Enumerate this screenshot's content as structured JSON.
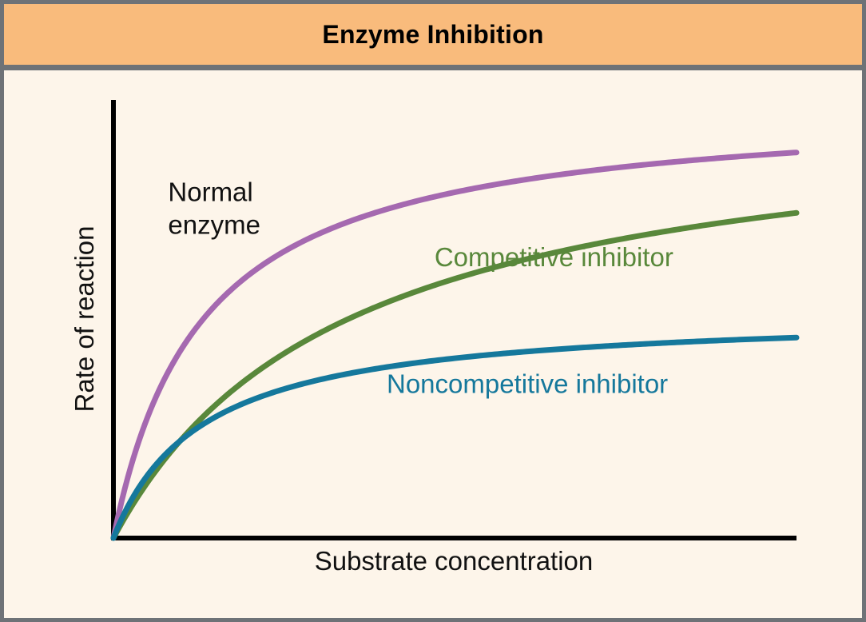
{
  "header": {
    "title": "Enzyme Inhibition",
    "background_color": "#f9bb7c",
    "text_color": "#000000"
  },
  "panel": {
    "background_color": "#fdf5ea",
    "border_color": "#6e7277"
  },
  "chart_data": {
    "type": "line",
    "title": "Enzyme Inhibition",
    "xlabel": "Substrate concentration",
    "ylabel": "Rate of reaction",
    "grid": false,
    "legend_position": "inline-annotations",
    "axis_tick_labels": [],
    "xlim": [
      0,
      100
    ],
    "ylim": [
      0,
      100
    ],
    "model": "michaelis-menten",
    "series": [
      {
        "name": "Normal enzyme",
        "color": "#a569b0",
        "label_color": "#111111",
        "vmax": 100,
        "km": 13,
        "label_lines": [
          "Normal",
          "enzyme"
        ],
        "label_x": 8,
        "label_y": 79
      },
      {
        "name": "Competitive inhibitor",
        "color": "#59883b",
        "label_color": "#59883b",
        "vmax": 100,
        "km": 34,
        "label_lines": [
          "Competitive inhibitor"
        ],
        "label_x": 47,
        "label_y": 64
      },
      {
        "name": "Noncompetitive inhibitor",
        "color": "#15789c",
        "label_color": "#15789c",
        "vmax": 52,
        "km": 13,
        "label_lines": [
          "Noncompetitive inhibitor"
        ],
        "label_x": 40,
        "label_y": 35
      }
    ],
    "annotations": [
      {
        "text": "Normal enzyme",
        "color": "#111111"
      },
      {
        "text": "Competitive inhibitor",
        "color": "#59883b"
      },
      {
        "text": "Noncompetitive inhibitor",
        "color": "#15789c"
      }
    ]
  }
}
